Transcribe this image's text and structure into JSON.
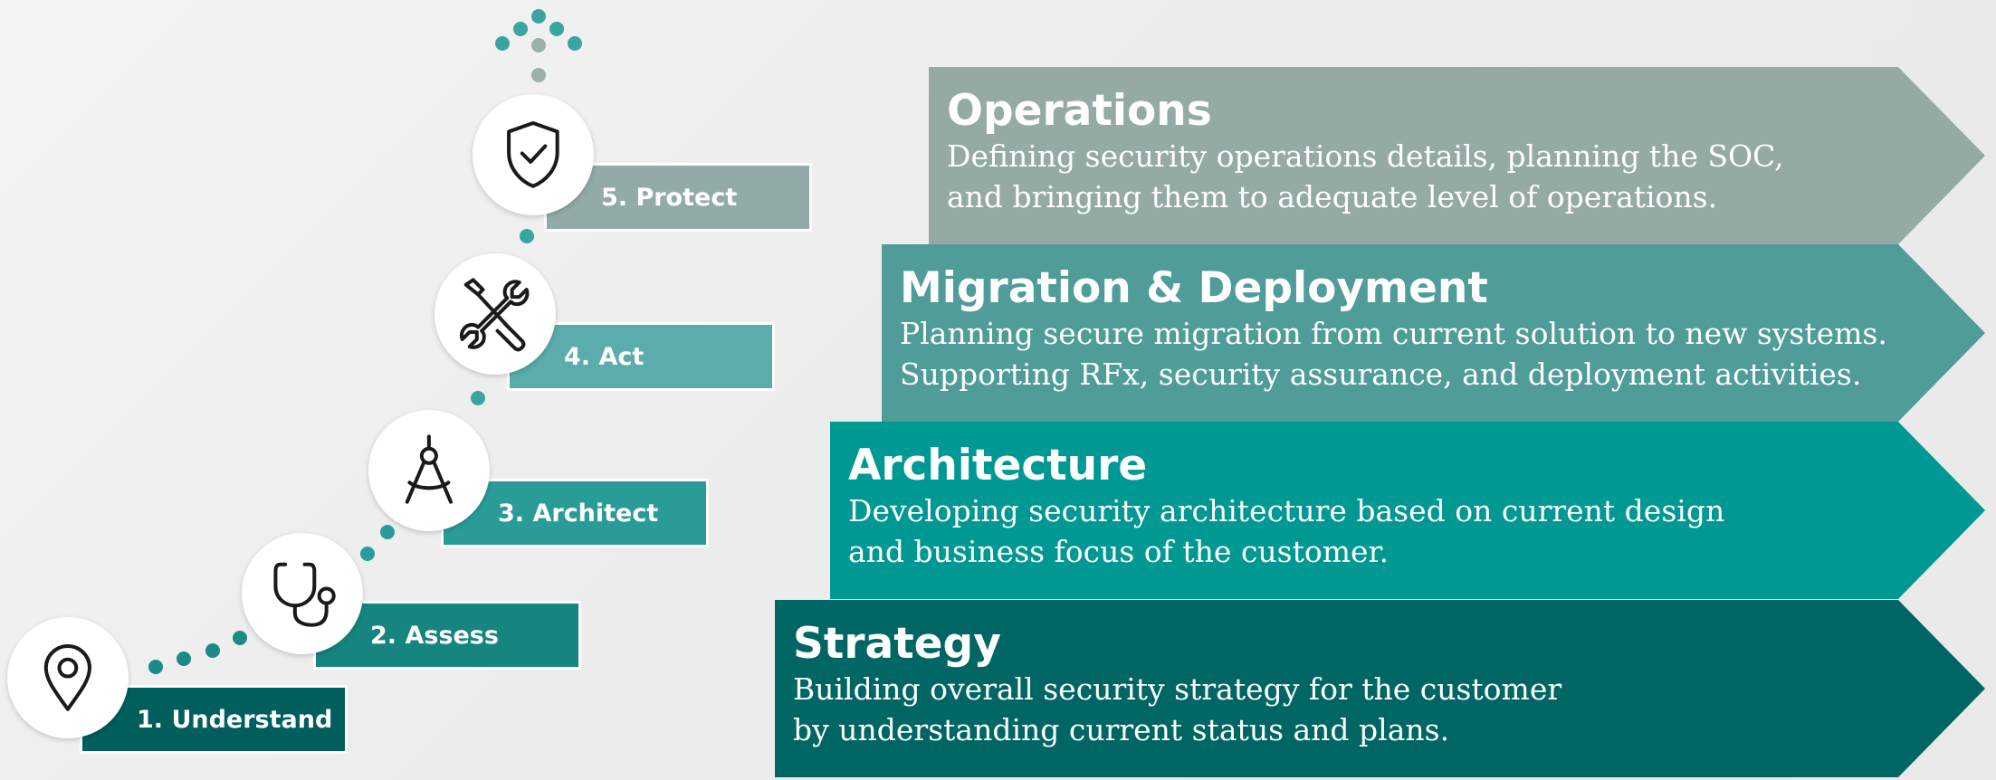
{
  "steps": [
    {
      "label": "1. Understand",
      "icon": "map-pin-icon",
      "color": "#005f5c"
    },
    {
      "label": "2. Assess",
      "icon": "stethoscope-icon",
      "color": "#16857f"
    },
    {
      "label": "3. Architect",
      "icon": "compass-icon",
      "color": "#2a9c97"
    },
    {
      "label": "4. Act",
      "icon": "tools-icon",
      "color": "#5aadaa"
    },
    {
      "label": "5. Protect",
      "icon": "shield-check-icon",
      "color": "#93aba8"
    }
  ],
  "bands": [
    {
      "title": "Operations",
      "line1": "Defining security operations details, planning the SOC,",
      "line2": "and bringing them to adequate level of operations.",
      "color": "#95aaa7"
    },
    {
      "title": "Migration & Deployment",
      "line1": "Planning secure migration from current solution to new systems.",
      "line2": "Supporting RFx, security assurance, and deployment activities.",
      "color": "#4f9c98"
    },
    {
      "title": "Architecture",
      "line1": "Developing security architecture based on current design",
      "line2": "and business focus of the customer.",
      "color": "#009893"
    },
    {
      "title": "Strategy",
      "line1": "Building overall security strategy for the customer",
      "line2": "by understanding current status and plans.",
      "color": "#006664"
    }
  ],
  "colors": {
    "dot_dark": "#1a8b86",
    "dot_light": "#3aa5a0",
    "dot_grey": "#8fa7a4"
  }
}
